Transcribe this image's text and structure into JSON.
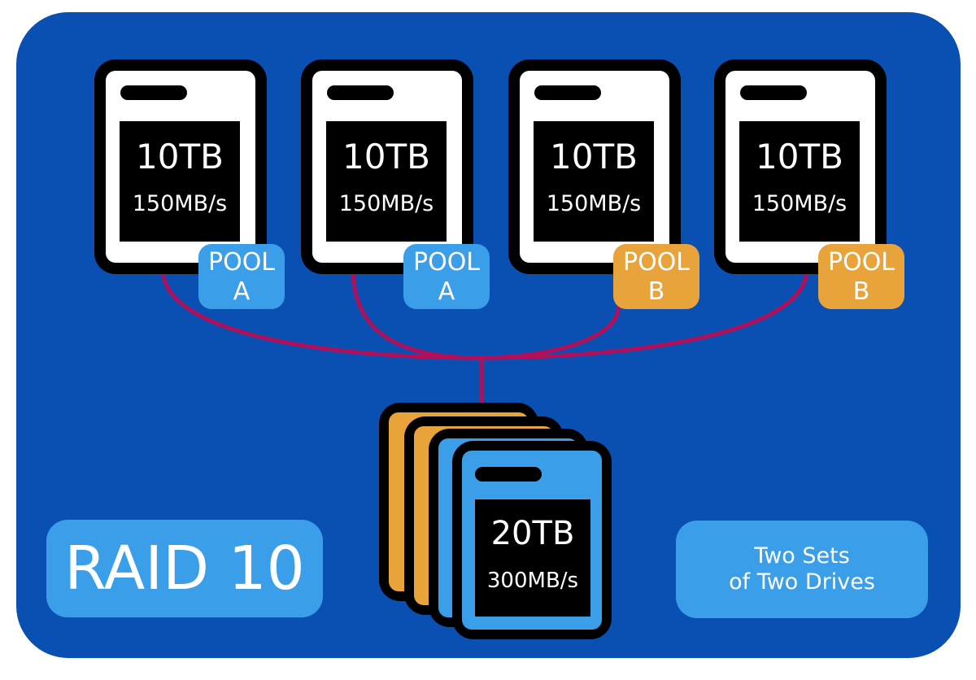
{
  "drives": [
    {
      "capacity": "10TB",
      "speed": "150MB/s",
      "pool_line1": "POOL",
      "pool_line2": "A"
    },
    {
      "capacity": "10TB",
      "speed": "150MB/s",
      "pool_line1": "POOL",
      "pool_line2": "A"
    },
    {
      "capacity": "10TB",
      "speed": "150MB/s",
      "pool_line1": "POOL",
      "pool_line2": "B"
    },
    {
      "capacity": "10TB",
      "speed": "150MB/s",
      "pool_line1": "POOL",
      "pool_line2": "B"
    }
  ],
  "array": {
    "capacity": "20TB",
    "speed": "300MB/s"
  },
  "raid_label": "RAID 10",
  "info": {
    "line1": "Two Sets",
    "line2": "of Two Drives"
  },
  "colors": {
    "background": "#0a4fb2",
    "pool_a": "#3a9ee8",
    "pool_b": "#e8a33a",
    "wire": "#b0105a",
    "drive_face": "#ffffff"
  }
}
